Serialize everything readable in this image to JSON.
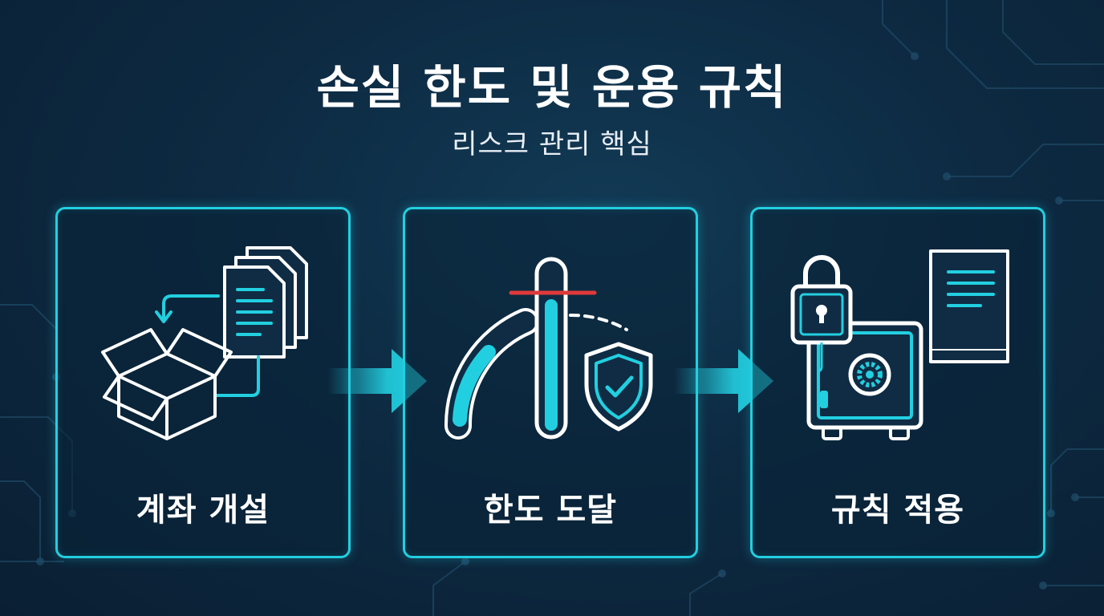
{
  "header": {
    "title": "손실 한도 및 운용 규칙",
    "subtitle": "리스크 관리 핵심"
  },
  "steps": [
    {
      "label": "계좌 개설",
      "icon": "box-documents-icon"
    },
    {
      "label": "한도 도달",
      "icon": "gauge-shield-icon"
    },
    {
      "label": "규칙 적용",
      "icon": "lock-safe-book-icon"
    }
  ],
  "colors": {
    "accent": "#22cfe0",
    "limit_line": "#e03a3a",
    "background": "#0d2a42",
    "text": "#ffffff"
  }
}
